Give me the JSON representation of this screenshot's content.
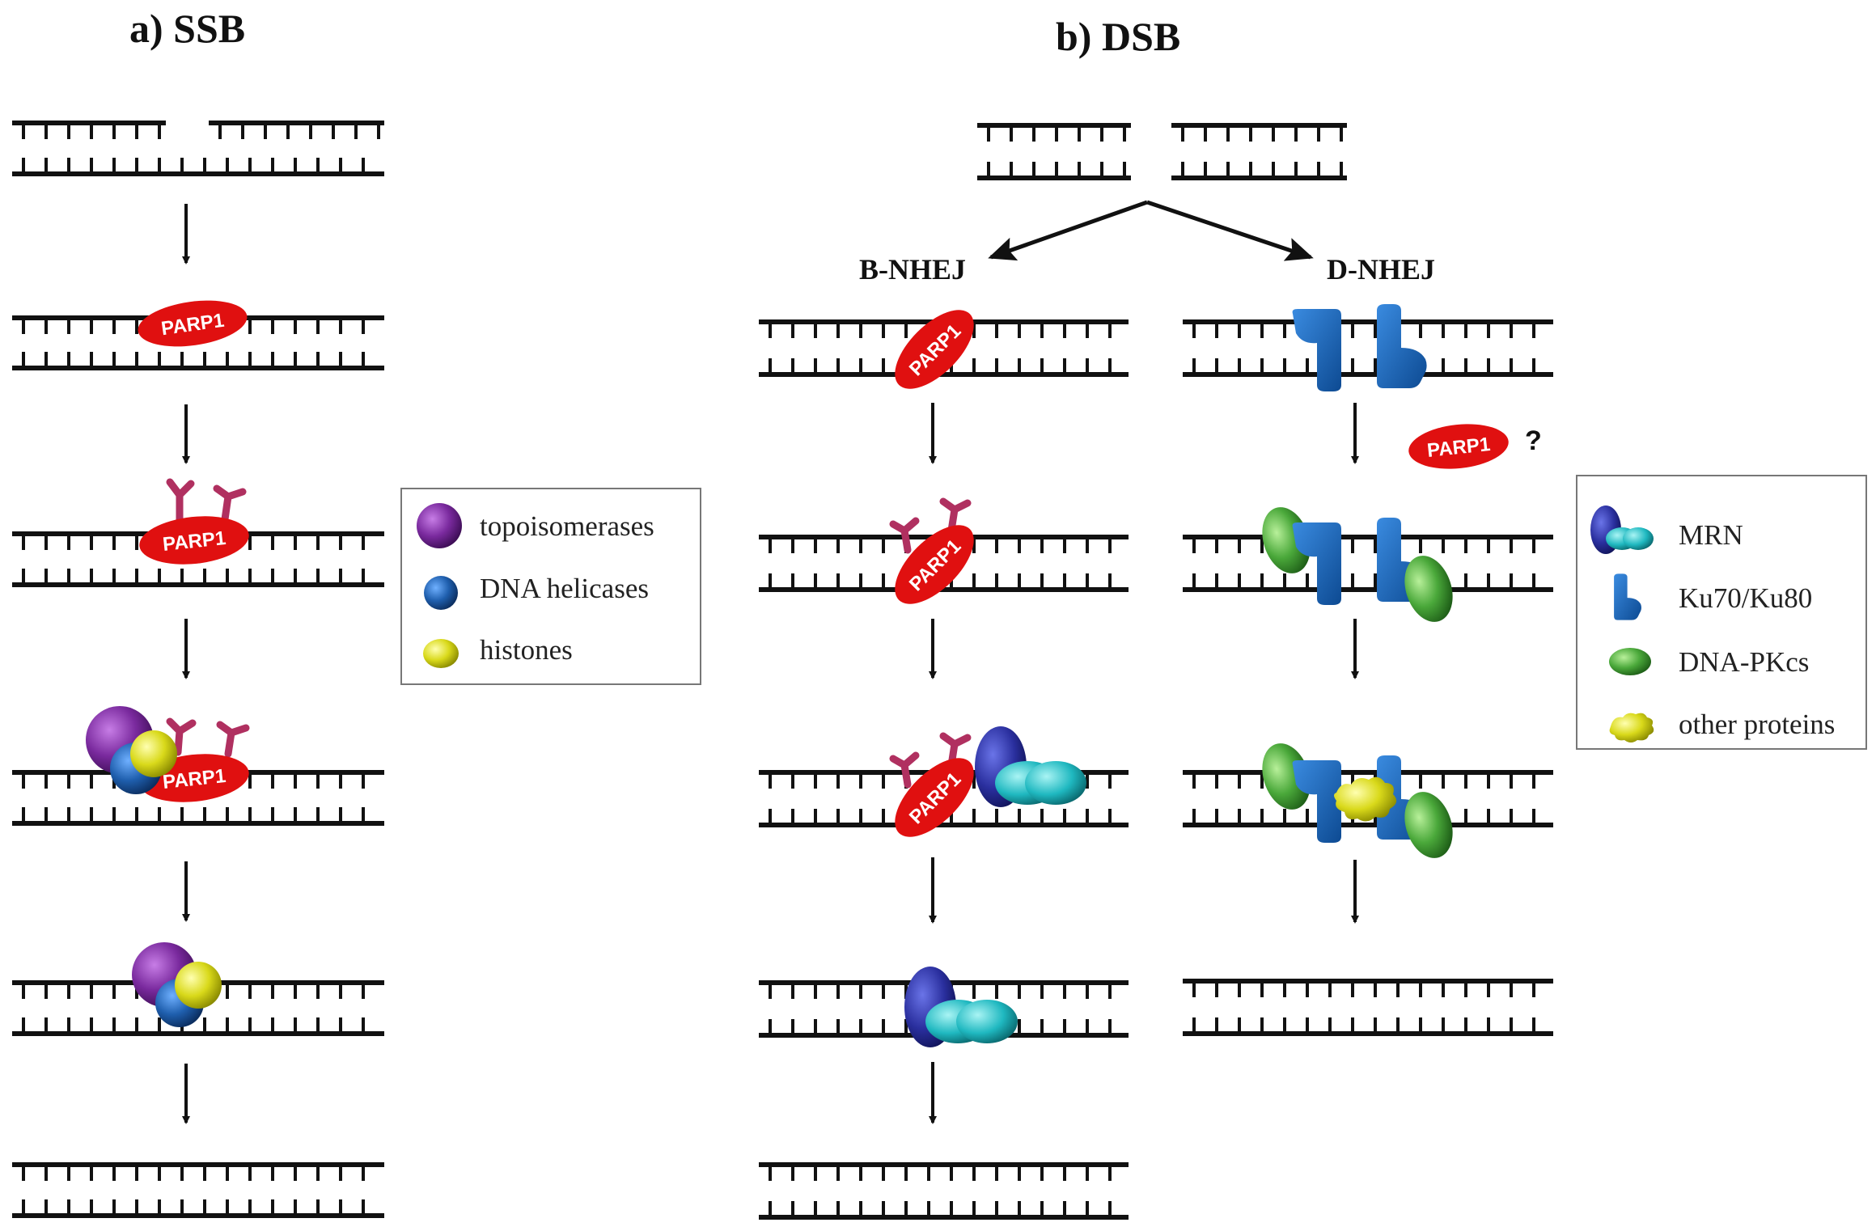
{
  "panel_a": {
    "title": "a) SSB"
  },
  "panel_b": {
    "title": "b) DSB",
    "branch_left": "B-NHEJ",
    "branch_right": "D-NHEJ",
    "question_mark": "?"
  },
  "protein_labels": {
    "parp1": "PARP1"
  },
  "legend_ssb": {
    "items": [
      {
        "label": "topoisomerases",
        "icon": "purple-sphere",
        "color": "#7a2a9e"
      },
      {
        "label": "DNA helicases",
        "icon": "blue-sphere",
        "color": "#1f5fae"
      },
      {
        "label": "histones",
        "icon": "yellow-sphere",
        "color": "#d9d91a"
      }
    ]
  },
  "legend_dsb": {
    "items": [
      {
        "label": "MRN",
        "icon": "mrn-complex",
        "color": "#2a2f9e"
      },
      {
        "label": "Ku70/Ku80",
        "icon": "ku-protein",
        "color": "#1565b8"
      },
      {
        "label": "DNA-PKcs",
        "icon": "green-ellipse",
        "color": "#4aa83a"
      },
      {
        "label": "other proteins",
        "icon": "yellow-blob",
        "color": "#e0e010"
      }
    ]
  },
  "colors": {
    "dna": "#111111",
    "parp1": "#e01010",
    "par_chain": "#b03060",
    "mrn_dark": "#2a2f9e",
    "mrn_light": "#1fb8c0"
  }
}
